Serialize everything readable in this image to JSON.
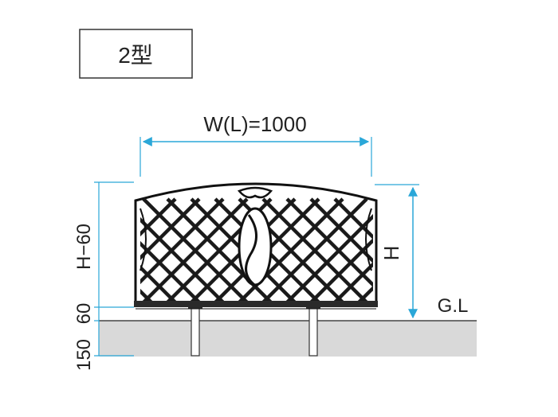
{
  "type_label": "2型",
  "dimensions": {
    "width_label": "W(L)=1000",
    "height_label": "H",
    "ground_label": "G.L",
    "left_vertical_label": "150 60 H−60",
    "left_label_h_minus": "H−60",
    "left_label_60": "60",
    "left_label_150": "150"
  },
  "colors": {
    "dimension_line": "#2aa7d8",
    "ground": "#d9d9d9",
    "fence": "#1a1a1a",
    "frame": "#000000"
  }
}
